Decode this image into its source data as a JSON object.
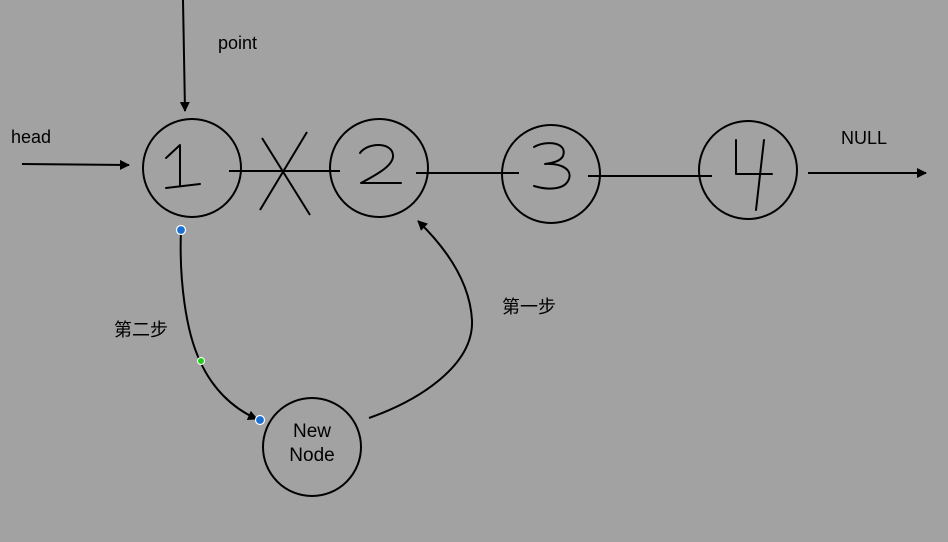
{
  "labels": {
    "point": "point",
    "head": "head",
    "null": "NULL",
    "step_one": "第一步",
    "step_two": "第二步"
  },
  "nodes": [
    {
      "id": "1",
      "value": "1"
    },
    {
      "id": "2",
      "value": "2"
    },
    {
      "id": "3",
      "value": "3"
    },
    {
      "id": "4",
      "value": "4"
    }
  ],
  "new_node": {
    "line1": "New",
    "line2": "Node"
  },
  "colors": {
    "background": "#a2a2a2",
    "stroke": "#000000",
    "handle_blue": "#1a6fd4",
    "handle_green": "#22cc22"
  }
}
